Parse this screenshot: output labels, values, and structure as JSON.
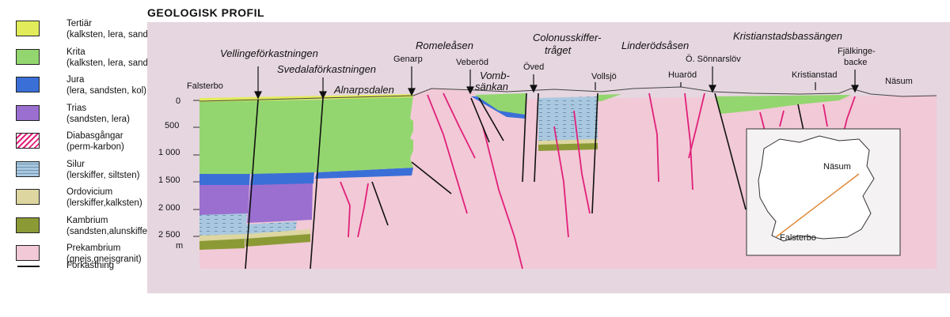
{
  "title": "GEOLOGISK  PROFIL",
  "legend": [
    {
      "name": "Tertiär",
      "desc": "(kalksten, lera, sand)",
      "color": "#e2ec5a"
    },
    {
      "name": "Krita",
      "desc": "(kalksten, lera, sand)",
      "color": "#93d66f"
    },
    {
      "name": "Jura",
      "desc": "(lera, sandsten, kol)",
      "color": "#3b6fd8"
    },
    {
      "name": "Trias",
      "desc": "(sandsten, lera)",
      "color": "#9a6fd0"
    },
    {
      "name": "Diabasgångar",
      "desc": "(perm-karbon)",
      "color": "#ffffff",
      "pattern": "diagonal-magenta"
    },
    {
      "name": "Silur",
      "desc": "(lerskiffer, siltsten)",
      "color": "#a9c8df",
      "pattern": "dashes"
    },
    {
      "name": "Ordovicium",
      "desc": "(lerskiffer,kalksten)",
      "color": "#ddd6a0"
    },
    {
      "name": "Kambrium",
      "desc": "(sandsten,alunskiffer)",
      "color": "#8c9a36"
    },
    {
      "name": "Prekambrium",
      "desc": "(gnejs,gnejsgranit)",
      "color": "#f2c9d6"
    }
  ],
  "fault_legend": "Förkastning",
  "depth_ticks": [
    "0",
    "500",
    "1 000",
    "1 500",
    "2 000",
    "2 500"
  ],
  "depth_unit": "m",
  "regions": {
    "vellinge": "Vellingeförkastningen",
    "svedala": "Svedalaförkastningen",
    "alnarp": "Alnarpsdalen",
    "romele": "Romeleåsen",
    "vomb1": "Vomb-",
    "vomb2": "sänkan",
    "colonus1": "Colonusskiffer-",
    "colonus2": "tråget",
    "linderod": "Linderödsåsen",
    "kristianstad_basin": "Kristianstadsbassängen"
  },
  "places": {
    "falsterbo": "Falsterbo",
    "genarp": "Genarp",
    "veberod": "Veberöd",
    "oved": "Öved",
    "vollsjo": "Vollsjö",
    "huarod": "Huaröd",
    "sonnarslov": "Ö. Sönnarslöv",
    "kristianstad": "Kristianstad",
    "fjalkinge1": "Fjälkinge-",
    "fjalkinge2": "backe",
    "nasum": "Näsum"
  },
  "inset": {
    "nasum": "Näsum",
    "falsterbo": "Falsterbo"
  },
  "colors": {
    "panel": "#e6d6df",
    "precambrian": "#f2c9d6",
    "dike": "#e0207a",
    "fault": "#111111",
    "profile_line": "#e08a3a"
  }
}
